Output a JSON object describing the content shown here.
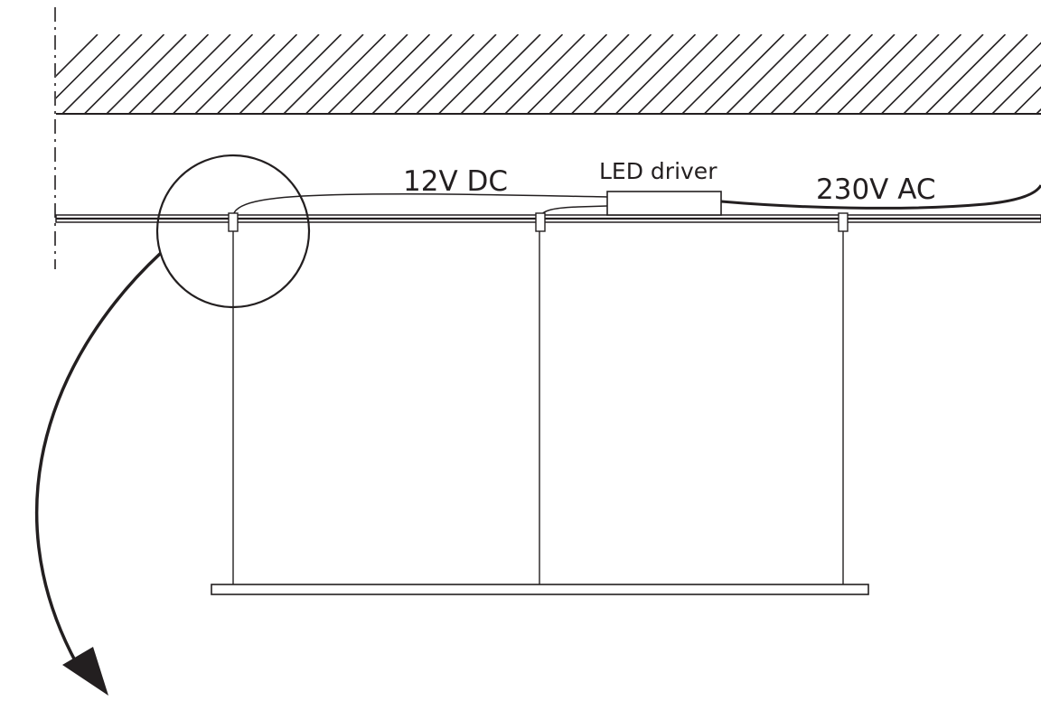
{
  "labels": {
    "dc_voltage": "12V DC",
    "driver": "LED driver",
    "ac_voltage": "230V AC"
  },
  "colors": {
    "ink": "#231f20",
    "background": "#ffffff"
  },
  "icons": {
    "arrow": "arrow-head-icon"
  }
}
